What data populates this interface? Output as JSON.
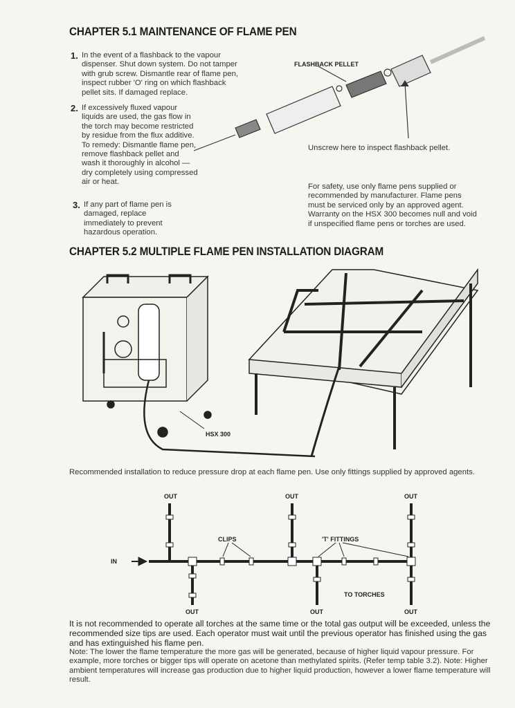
{
  "chapter_5_1": {
    "title": "CHAPTER 5.1  MAINTENANCE OF FLAME PEN",
    "items": [
      {
        "num": "1.",
        "text": "In the event of a flashback to the vapour dispenser. Shut down system. Do not tamper with grub screw. Dismantle rear of flame pen, inspect rubber 'O' ring on which flashback pellet sits. If damaged replace."
      },
      {
        "num": "2.",
        "text": "If excessively fluxed vapour liquids are used, the gas flow in the torch may become restricted by residue from the flux additive. To remedy: Dismantle flame pen, remove flashback pellet and wash it thoroughly in alcohol — dry completely using compressed air or heat."
      },
      {
        "num": "3.",
        "text": "If any part of flame pen is damaged, replace immediately to prevent hazardous operation."
      }
    ],
    "diagram_label": "FLASHBACK PELLET",
    "unscrew_note": "Unscrew here to inspect flashback pellet.",
    "safety_note": "For safety, use only flame pens supplied or recommended by manufacturer. Flame pens must be serviced only by an approved agent. Warranty on the HSX 300 becomes null and void if unspecified flame pens or torches are used."
  },
  "chapter_5_2": {
    "title": "CHAPTER 5.2  MULTIPLE FLAME PEN INSTALLATION DIAGRAM",
    "machine_label": "HSX 300",
    "caption": "Recommended installation to reduce pressure drop at each flame pen.  Use only fittings supplied by approved agents.",
    "pipe_labels": {
      "out": "OUT",
      "in": "IN",
      "clips": "CLIPS",
      "t_fittings": "'T' FITTINGS",
      "to_torches": "TO TORCHES"
    },
    "warning": "It is not recommended to operate all torches at the same time or the total gas output will be exceeded, unless the recommended size tips are used. Each operator must wait until the previous operator has finished using the gas and has extinguished his flame pen.",
    "note": "Note: The lower the flame temperature the more gas will be generated, because of higher liquid vapour pressure. For example, more torches or bigger tips will operate on acetone than methylated spirits. (Refer temp table 3.2). Note: Higher ambient temperatures will increase gas production due to higher liquid production, however a lower flame temperature will result."
  }
}
